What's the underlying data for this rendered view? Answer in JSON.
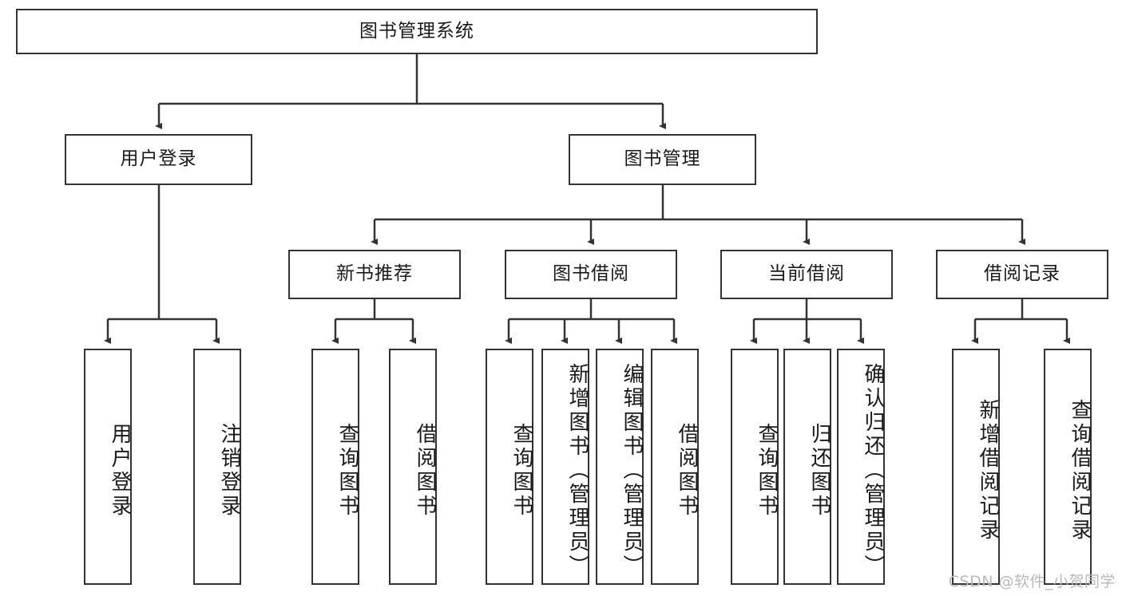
{
  "diagram": {
    "title": "图书管理系统",
    "type": "hierarchy-tree",
    "watermark": "CSDN @软件_小贺同学",
    "colors": {
      "border": "#333333",
      "background": "#ffffff",
      "text": "#1a1a1a",
      "watermark": "#b9b9b9"
    },
    "levels": {
      "root": {
        "label": "图书管理系统"
      },
      "level2": [
        {
          "label": "用户登录"
        },
        {
          "label": "图书管理"
        }
      ],
      "level3": [
        {
          "label": "新书推荐"
        },
        {
          "label": "图书借阅"
        },
        {
          "label": "当前借阅"
        },
        {
          "label": "借阅记录"
        }
      ],
      "leaves": {
        "user_login": [
          {
            "label": "用户登录"
          },
          {
            "label": "注销登录"
          }
        ],
        "new_book_recommend": [
          {
            "label": "查询图书"
          },
          {
            "label": "借阅图书"
          }
        ],
        "book_borrow": [
          {
            "label": "查询图书"
          },
          {
            "label": "新增图书（管理员）"
          },
          {
            "label": "编辑图书（管理员）"
          },
          {
            "label": "借阅图书"
          }
        ],
        "current_borrow": [
          {
            "label": "查询图书"
          },
          {
            "label": "归还图书"
          },
          {
            "label": "确认归还（管理员）"
          }
        ],
        "borrow_records": [
          {
            "label": "新增借阅记录"
          },
          {
            "label": "查询借阅记录"
          }
        ]
      }
    }
  }
}
